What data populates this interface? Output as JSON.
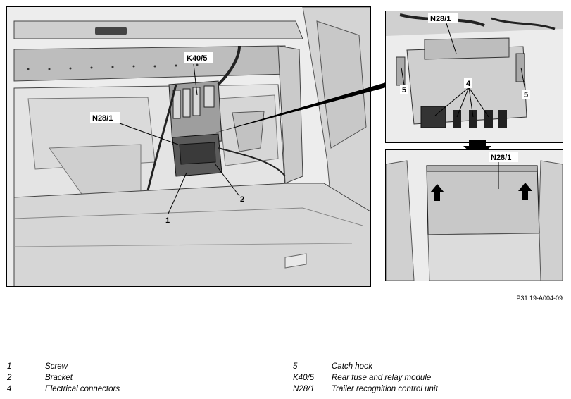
{
  "figure": {
    "figure_id": "P31.19-A004-09",
    "callouts_main": {
      "k40_5": "K40/5",
      "n28_1": "N28/1",
      "num_1": "1",
      "num_2": "2"
    },
    "callouts_inset_top": {
      "n28_1": "N28/1",
      "num_4": "4",
      "num_5_left": "5",
      "num_5_right": "5"
    },
    "callouts_inset_bottom": {
      "n28_1": "N28/1"
    },
    "colors": {
      "line": "#000000",
      "panel": "#f2f2f2",
      "body": "#d9d9d9",
      "dark": "#3a3a3a"
    }
  },
  "legend": {
    "left": [
      {
        "code": "1",
        "text": "Screw"
      },
      {
        "code": "2",
        "text": "Bracket"
      },
      {
        "code": "4",
        "text": "Electrical connectors"
      }
    ],
    "right": [
      {
        "code": "5",
        "text": "Catch hook"
      },
      {
        "code": "K40/5",
        "text": "Rear fuse and relay module"
      },
      {
        "code": "N28/1",
        "text": "Trailer recognition control unit"
      }
    ]
  }
}
